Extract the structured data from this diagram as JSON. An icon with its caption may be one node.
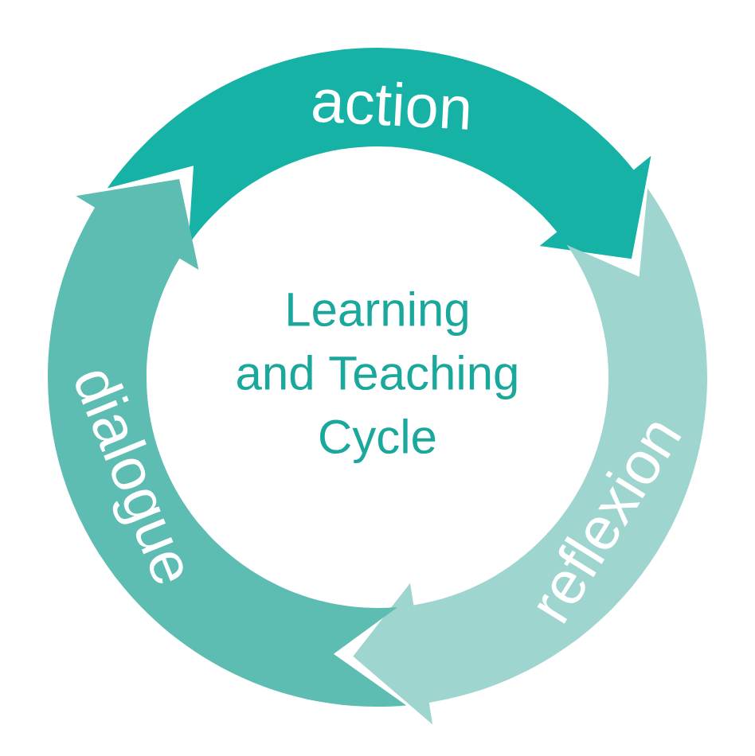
{
  "diagram": {
    "nodes": [
      {
        "text": [
          "Learning and Teaching Cycle"
        ]
      },
      {
        "text": [
          "action"
        ]
      },
      {
        "text": [
          "reflexion"
        ]
      },
      {
        "text": [
          "dialogue"
        ]
      }
    ]
  }
}
